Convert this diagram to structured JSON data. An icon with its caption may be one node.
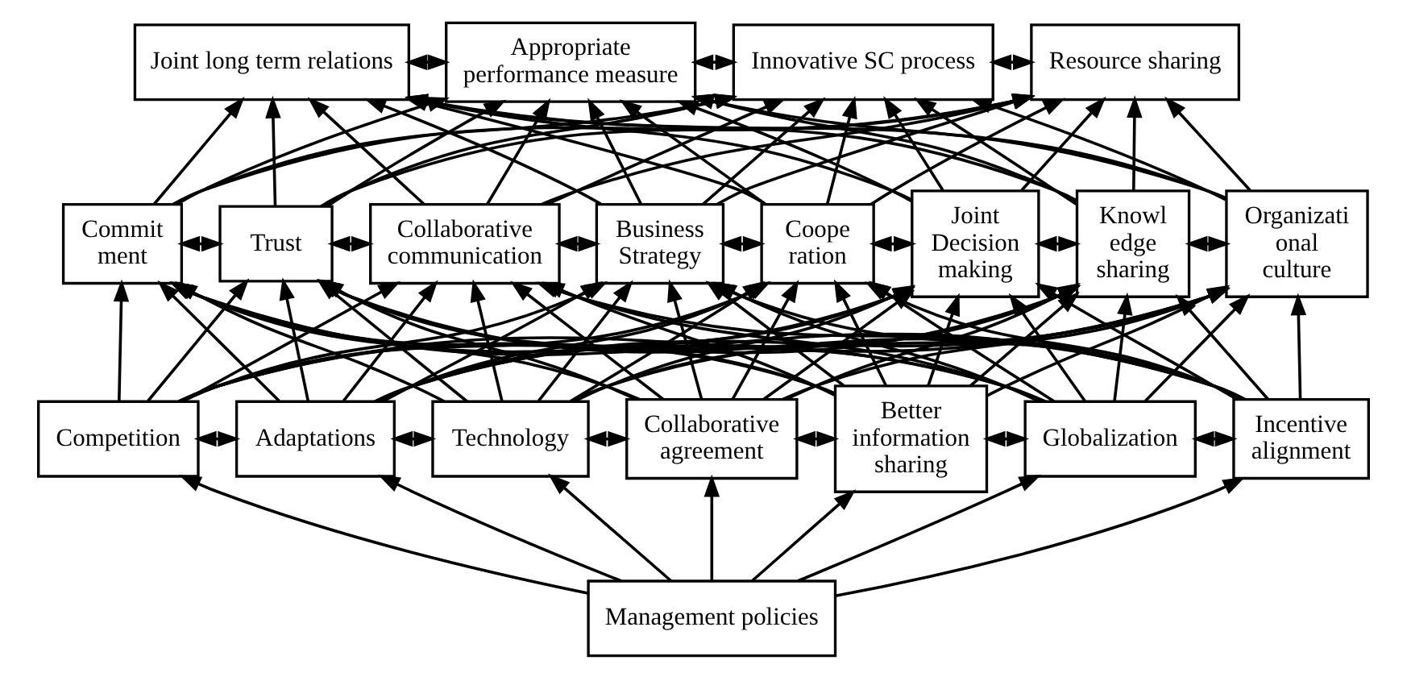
{
  "diagram": {
    "nodes": [
      {
        "text": [
          "Joint long term relations"
        ]
      },
      {
        "text": [
          "Appropriate performance measure"
        ]
      },
      {
        "text": [
          "Innovative SC process"
        ]
      },
      {
        "text": [
          "Resource sharing"
        ]
      },
      {
        "text": [
          "Commit ment"
        ]
      },
      {
        "text": [
          "Trust"
        ]
      },
      {
        "text": [
          "Collaborative communication"
        ]
      },
      {
        "text": [
          "Business Strategy"
        ]
      },
      {
        "text": [
          "Coope ration"
        ]
      },
      {
        "text": [
          "Joint Decision making"
        ]
      },
      {
        "text": [
          "Knowl edge sharing"
        ]
      },
      {
        "text": [
          "Organizati onal culture"
        ]
      },
      {
        "text": [
          "Competition"
        ]
      },
      {
        "text": [
          "Adaptations"
        ]
      },
      {
        "text": [
          "Technology"
        ]
      },
      {
        "text": [
          "Collaborative agreement"
        ]
      },
      {
        "text": [
          "Better information sharing"
        ]
      },
      {
        "text": [
          "Globalization"
        ]
      },
      {
        "text": [
          "Incentive alignment"
        ]
      },
      {
        "text": [
          "Management policies"
        ]
      }
    ],
    "edges": [
      {
        "from": 0,
        "to": 1,
        "arrow": "both"
      },
      {
        "from": 1,
        "to": 2,
        "arrow": "both"
      },
      {
        "from": 2,
        "to": 3,
        "arrow": "both"
      },
      {
        "from": 4,
        "to": 5,
        "arrow": "both"
      },
      {
        "from": 5,
        "to": 6,
        "arrow": "both"
      },
      {
        "from": 6,
        "to": 7,
        "arrow": "both"
      },
      {
        "from": 7,
        "to": 8,
        "arrow": "both"
      },
      {
        "from": 8,
        "to": 9,
        "arrow": "both"
      },
      {
        "from": 9,
        "to": 10,
        "arrow": "both"
      },
      {
        "from": 10,
        "to": 11,
        "arrow": "both"
      },
      {
        "from": 12,
        "to": 13,
        "arrow": "both"
      },
      {
        "from": 13,
        "to": 14,
        "arrow": "both"
      },
      {
        "from": 14,
        "to": 15,
        "arrow": "both"
      },
      {
        "from": 15,
        "to": 16,
        "arrow": "both"
      },
      {
        "from": 16,
        "to": 17,
        "arrow": "both"
      },
      {
        "from": 17,
        "to": 18,
        "arrow": "both"
      },
      {
        "from": 4,
        "to": 0,
        "arrow": "to"
      },
      {
        "from": 4,
        "to": 1,
        "arrow": "to"
      },
      {
        "from": 4,
        "to": 2,
        "arrow": "to"
      },
      {
        "from": 4,
        "to": 3,
        "arrow": "to"
      },
      {
        "from": 5,
        "to": 0,
        "arrow": "to"
      },
      {
        "from": 5,
        "to": 1,
        "arrow": "to"
      },
      {
        "from": 5,
        "to": 2,
        "arrow": "to"
      },
      {
        "from": 5,
        "to": 3,
        "arrow": "to"
      },
      {
        "from": 6,
        "to": 0,
        "arrow": "to"
      },
      {
        "from": 6,
        "to": 1,
        "arrow": "to"
      },
      {
        "from": 6,
        "to": 2,
        "arrow": "to"
      },
      {
        "from": 6,
        "to": 3,
        "arrow": "to"
      },
      {
        "from": 7,
        "to": 0,
        "arrow": "to"
      },
      {
        "from": 7,
        "to": 1,
        "arrow": "to"
      },
      {
        "from": 7,
        "to": 2,
        "arrow": "to"
      },
      {
        "from": 7,
        "to": 3,
        "arrow": "to"
      },
      {
        "from": 8,
        "to": 0,
        "arrow": "to"
      },
      {
        "from": 8,
        "to": 1,
        "arrow": "to"
      },
      {
        "from": 8,
        "to": 2,
        "arrow": "to"
      },
      {
        "from": 8,
        "to": 3,
        "arrow": "to"
      },
      {
        "from": 9,
        "to": 0,
        "arrow": "to"
      },
      {
        "from": 9,
        "to": 1,
        "arrow": "to"
      },
      {
        "from": 9,
        "to": 2,
        "arrow": "to"
      },
      {
        "from": 9,
        "to": 3,
        "arrow": "to"
      },
      {
        "from": 10,
        "to": 0,
        "arrow": "to"
      },
      {
        "from": 10,
        "to": 1,
        "arrow": "to"
      },
      {
        "from": 10,
        "to": 2,
        "arrow": "to"
      },
      {
        "from": 10,
        "to": 3,
        "arrow": "to"
      },
      {
        "from": 11,
        "to": 0,
        "arrow": "to"
      },
      {
        "from": 11,
        "to": 1,
        "arrow": "to"
      },
      {
        "from": 11,
        "to": 2,
        "arrow": "to"
      },
      {
        "from": 11,
        "to": 3,
        "arrow": "to"
      },
      {
        "from": 12,
        "to": 4,
        "arrow": "to"
      },
      {
        "from": 12,
        "to": 5,
        "arrow": "to"
      },
      {
        "from": 12,
        "to": 6,
        "arrow": "to"
      },
      {
        "from": 12,
        "to": 7,
        "arrow": "to"
      },
      {
        "from": 12,
        "to": 8,
        "arrow": "to"
      },
      {
        "from": 12,
        "to": 9,
        "arrow": "to"
      },
      {
        "from": 12,
        "to": 10,
        "arrow": "to"
      },
      {
        "from": 12,
        "to": 11,
        "arrow": "to"
      },
      {
        "from": 13,
        "to": 4,
        "arrow": "to"
      },
      {
        "from": 13,
        "to": 5,
        "arrow": "to"
      },
      {
        "from": 13,
        "to": 6,
        "arrow": "to"
      },
      {
        "from": 13,
        "to": 7,
        "arrow": "to"
      },
      {
        "from": 13,
        "to": 8,
        "arrow": "to"
      },
      {
        "from": 13,
        "to": 9,
        "arrow": "to"
      },
      {
        "from": 13,
        "to": 10,
        "arrow": "to"
      },
      {
        "from": 13,
        "to": 11,
        "arrow": "to"
      },
      {
        "from": 14,
        "to": 4,
        "arrow": "to"
      },
      {
        "from": 14,
        "to": 5,
        "arrow": "to"
      },
      {
        "from": 14,
        "to": 6,
        "arrow": "to"
      },
      {
        "from": 14,
        "to": 7,
        "arrow": "to"
      },
      {
        "from": 14,
        "to": 8,
        "arrow": "to"
      },
      {
        "from": 14,
        "to": 9,
        "arrow": "to"
      },
      {
        "from": 14,
        "to": 10,
        "arrow": "to"
      },
      {
        "from": 14,
        "to": 11,
        "arrow": "to"
      },
      {
        "from": 15,
        "to": 4,
        "arrow": "to"
      },
      {
        "from": 15,
        "to": 5,
        "arrow": "to"
      },
      {
        "from": 15,
        "to": 6,
        "arrow": "to"
      },
      {
        "from": 15,
        "to": 7,
        "arrow": "to"
      },
      {
        "from": 15,
        "to": 8,
        "arrow": "to"
      },
      {
        "from": 15,
        "to": 9,
        "arrow": "to"
      },
      {
        "from": 15,
        "to": 10,
        "arrow": "to"
      },
      {
        "from": 15,
        "to": 11,
        "arrow": "to"
      },
      {
        "from": 16,
        "to": 4,
        "arrow": "to"
      },
      {
        "from": 16,
        "to": 5,
        "arrow": "to"
      },
      {
        "from": 16,
        "to": 6,
        "arrow": "to"
      },
      {
        "from": 16,
        "to": 7,
        "arrow": "to"
      },
      {
        "from": 16,
        "to": 8,
        "arrow": "to"
      },
      {
        "from": 16,
        "to": 9,
        "arrow": "to"
      },
      {
        "from": 16,
        "to": 10,
        "arrow": "to"
      },
      {
        "from": 16,
        "to": 11,
        "arrow": "to"
      },
      {
        "from": 17,
        "to": 4,
        "arrow": "to"
      },
      {
        "from": 17,
        "to": 5,
        "arrow": "to"
      },
      {
        "from": 17,
        "to": 6,
        "arrow": "to"
      },
      {
        "from": 17,
        "to": 7,
        "arrow": "to"
      },
      {
        "from": 17,
        "to": 8,
        "arrow": "to"
      },
      {
        "from": 17,
        "to": 9,
        "arrow": "to"
      },
      {
        "from": 17,
        "to": 10,
        "arrow": "to"
      },
      {
        "from": 17,
        "to": 11,
        "arrow": "to"
      },
      {
        "from": 18,
        "to": 4,
        "arrow": "to"
      },
      {
        "from": 18,
        "to": 5,
        "arrow": "to"
      },
      {
        "from": 18,
        "to": 6,
        "arrow": "to"
      },
      {
        "from": 18,
        "to": 7,
        "arrow": "to"
      },
      {
        "from": 18,
        "to": 8,
        "arrow": "to"
      },
      {
        "from": 18,
        "to": 9,
        "arrow": "to"
      },
      {
        "from": 18,
        "to": 10,
        "arrow": "to"
      },
      {
        "from": 18,
        "to": 11,
        "arrow": "to"
      },
      {
        "from": 19,
        "to": 12,
        "arrow": "to"
      },
      {
        "from": 19,
        "to": 13,
        "arrow": "to"
      },
      {
        "from": 19,
        "to": 14,
        "arrow": "to"
      },
      {
        "from": 19,
        "to": 15,
        "arrow": "to"
      },
      {
        "from": 19,
        "to": 16,
        "arrow": "to"
      },
      {
        "from": 19,
        "to": 17,
        "arrow": "to"
      },
      {
        "from": 19,
        "to": 18,
        "arrow": "to"
      }
    ]
  }
}
